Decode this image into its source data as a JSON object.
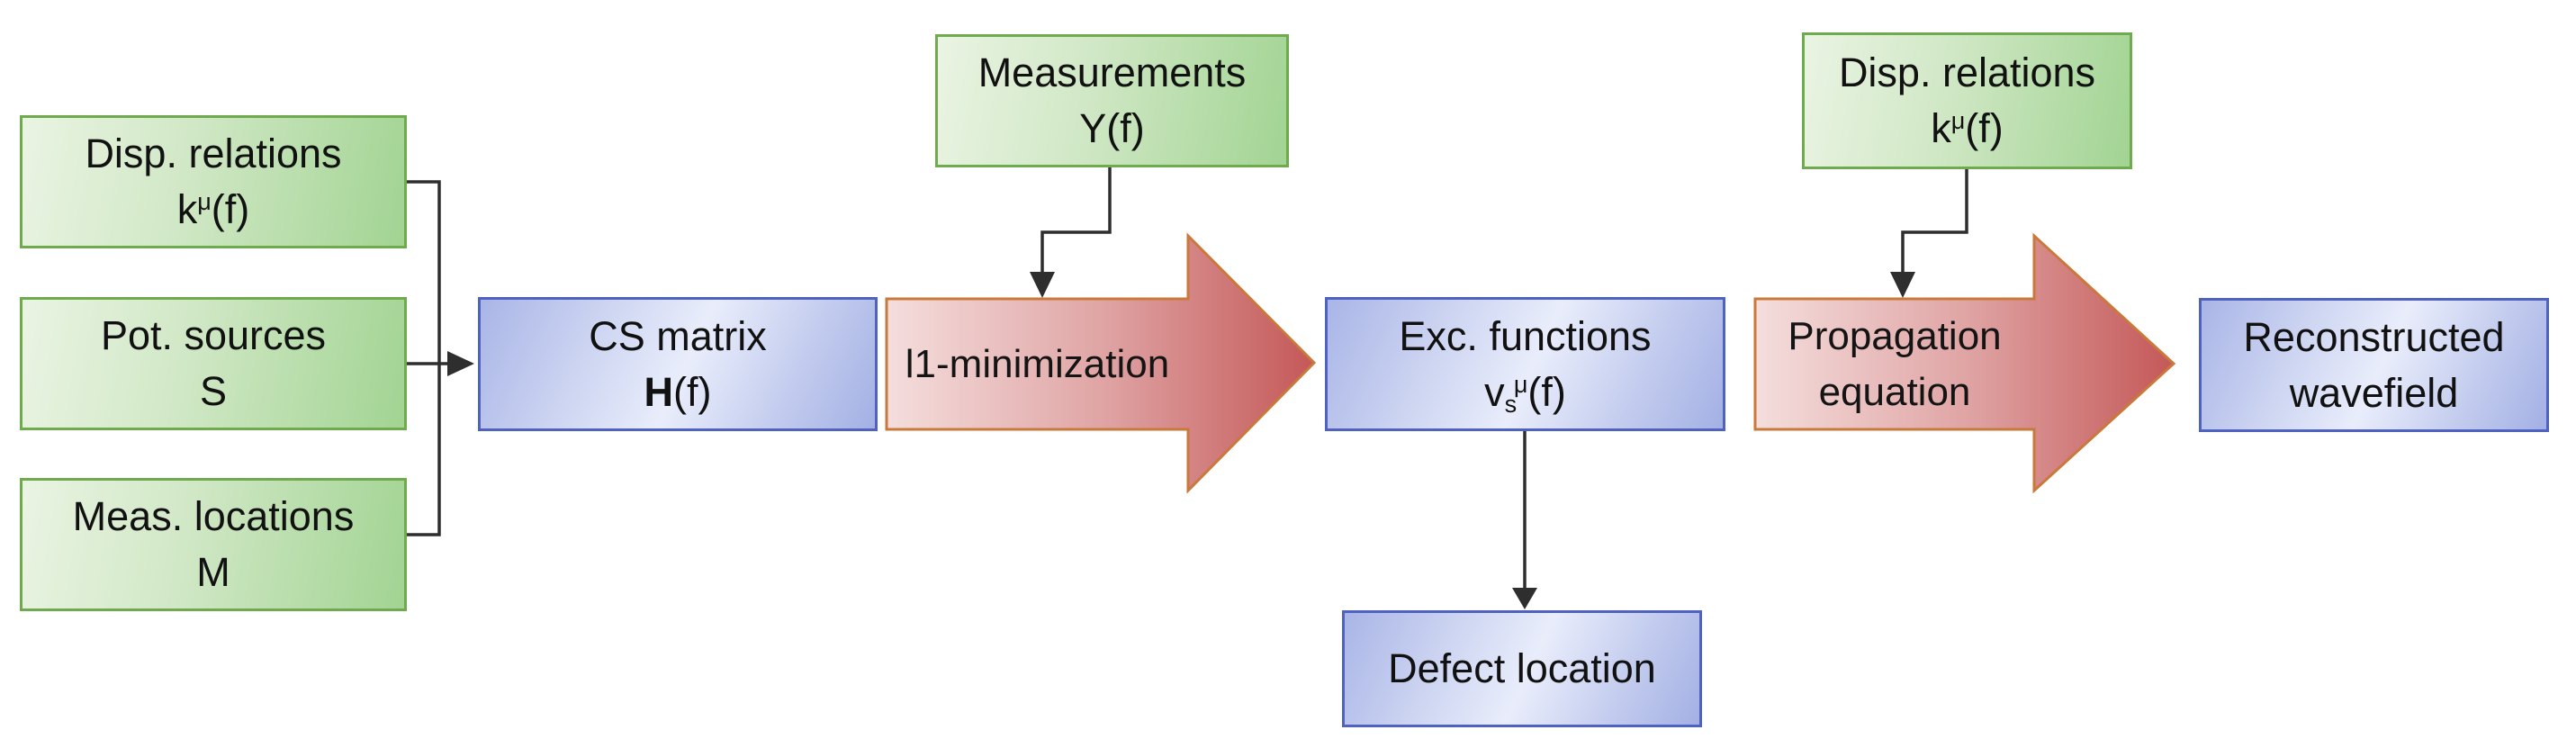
{
  "diagram": {
    "boxes": {
      "disp_relations_left": {
        "line1": "Disp. relations",
        "formula_base": "k",
        "formula_sup": "μ",
        "formula_rest": "(f)"
      },
      "pot_sources": {
        "line1": "Pot. sources",
        "line2": "S"
      },
      "meas_locations": {
        "line1": "Meas. locations",
        "line2": "M"
      },
      "cs_matrix": {
        "line1": "CS matrix",
        "formula_bold": "H",
        "formula_rest": "(f)"
      },
      "measurements": {
        "line1": "Measurements",
        "line2": "Y(f)"
      },
      "exc_functions": {
        "line1": "Exc. functions",
        "formula_base": "v",
        "formula_sub": "s",
        "formula_sup": "μ",
        "formula_rest": "(f)"
      },
      "disp_relations_right": {
        "line1": "Disp. relations",
        "formula_base": "k",
        "formula_sup": "μ",
        "formula_rest": "(f)"
      },
      "reconstructed_wavefield": {
        "line1": "Reconstructed",
        "line2": "wavefield"
      },
      "defect_location": {
        "label": "Defect location"
      }
    },
    "process_arrows": {
      "l1_minimization": {
        "label": "l1-minimization"
      },
      "propagation_equation": {
        "line1": "Propagation",
        "line2": "equation"
      }
    },
    "colors": {
      "background": "#ffffff",
      "text": "#111111",
      "green_fill_light": "#eaf4e3",
      "green_fill_dark": "#a2d493",
      "green_border": "#6faa4e",
      "blue_fill_light": "#e9edfb",
      "blue_fill_dark": "#a3b0e4",
      "blue_border": "#4f62c0",
      "red_fill_light": "#f4dedd",
      "red_fill_mid": "#e0a5a5",
      "red_fill_dark": "#c45858",
      "red_border": "#c8793b",
      "connector": "#2e2e2e"
    }
  }
}
